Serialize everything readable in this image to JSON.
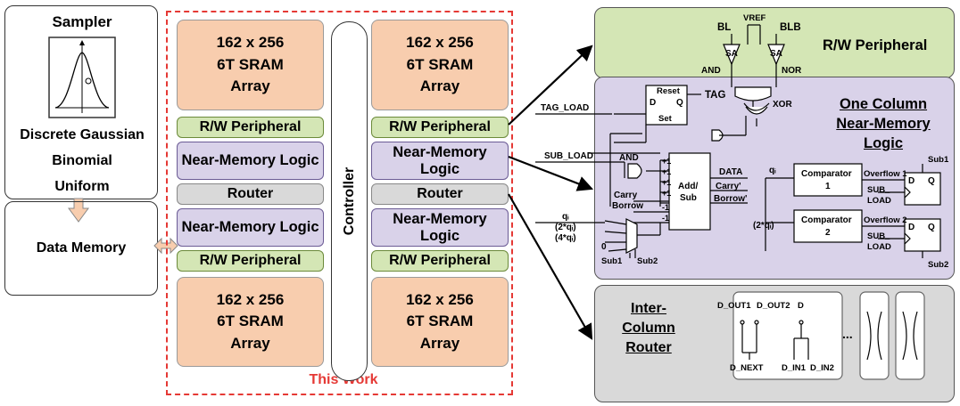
{
  "sampler": {
    "title": "Sampler",
    "lines": [
      "Discrete Gaussian",
      "Binomial",
      "Uniform"
    ]
  },
  "data_memory": {
    "label": "Data Memory"
  },
  "this_work": {
    "label": "This Work"
  },
  "controller": {
    "label": "Controller"
  },
  "columns": {
    "sram_lines": [
      "162 x 256",
      "6T SRAM",
      "Array"
    ],
    "rw_peripheral": "R/W Peripheral",
    "near_memory_logic": "Near-Memory Logic",
    "router": "Router"
  },
  "rw_panel": {
    "title": "R/W Peripheral",
    "bl": "BL",
    "blb": "BLB",
    "vref": "VREF",
    "sa": "SA",
    "and": "AND",
    "nor": "NOR"
  },
  "logic_panel": {
    "title_line1": "One Column",
    "title_line2": "Near-Memory Logic",
    "tag_load": "TAG_LOAD",
    "sub_load": "SUB_LOAD",
    "reset": "Reset",
    "d": "D",
    "q": "Q",
    "set": "Set",
    "tag": "TAG",
    "xor": "XOR",
    "and": "AND",
    "plus1": "+1",
    "minus1": "-1",
    "carry": "Carry",
    "borrow": "Borrow",
    "add_sub_1": "Add/",
    "add_sub_2": "Sub",
    "data": "DATA",
    "carry_out": "Carry'",
    "borrow_out": "Borrow'",
    "qi": "qᵢ",
    "two_qi": "(2*qᵢ)",
    "four_qi": "(4*qᵢ)",
    "zero": "0",
    "sub1": "Sub1",
    "sub2": "Sub2",
    "comparator": "Comparator",
    "comp1_num": "1",
    "comp2_num": "2",
    "overflow1": "Overflow 1",
    "overflow2": "Overflow 2",
    "sub_label": "SUB_",
    "load_label": "LOAD"
  },
  "router_panel": {
    "title_lines": [
      "Inter-",
      "Column",
      "Router"
    ],
    "d_out1": "D_OUT1",
    "d_out2": "D_OUT2",
    "d": "D",
    "d_next": "D_NEXT",
    "d_in1": "D_IN1",
    "d_in2": "D_IN2",
    "ellipsis": "..."
  },
  "colors": {
    "sram": "#f8cdae",
    "rw": "#d4e6b5",
    "nml": "#d9d2e9",
    "router": "#d9d9d9",
    "this_work": "#e53935"
  }
}
